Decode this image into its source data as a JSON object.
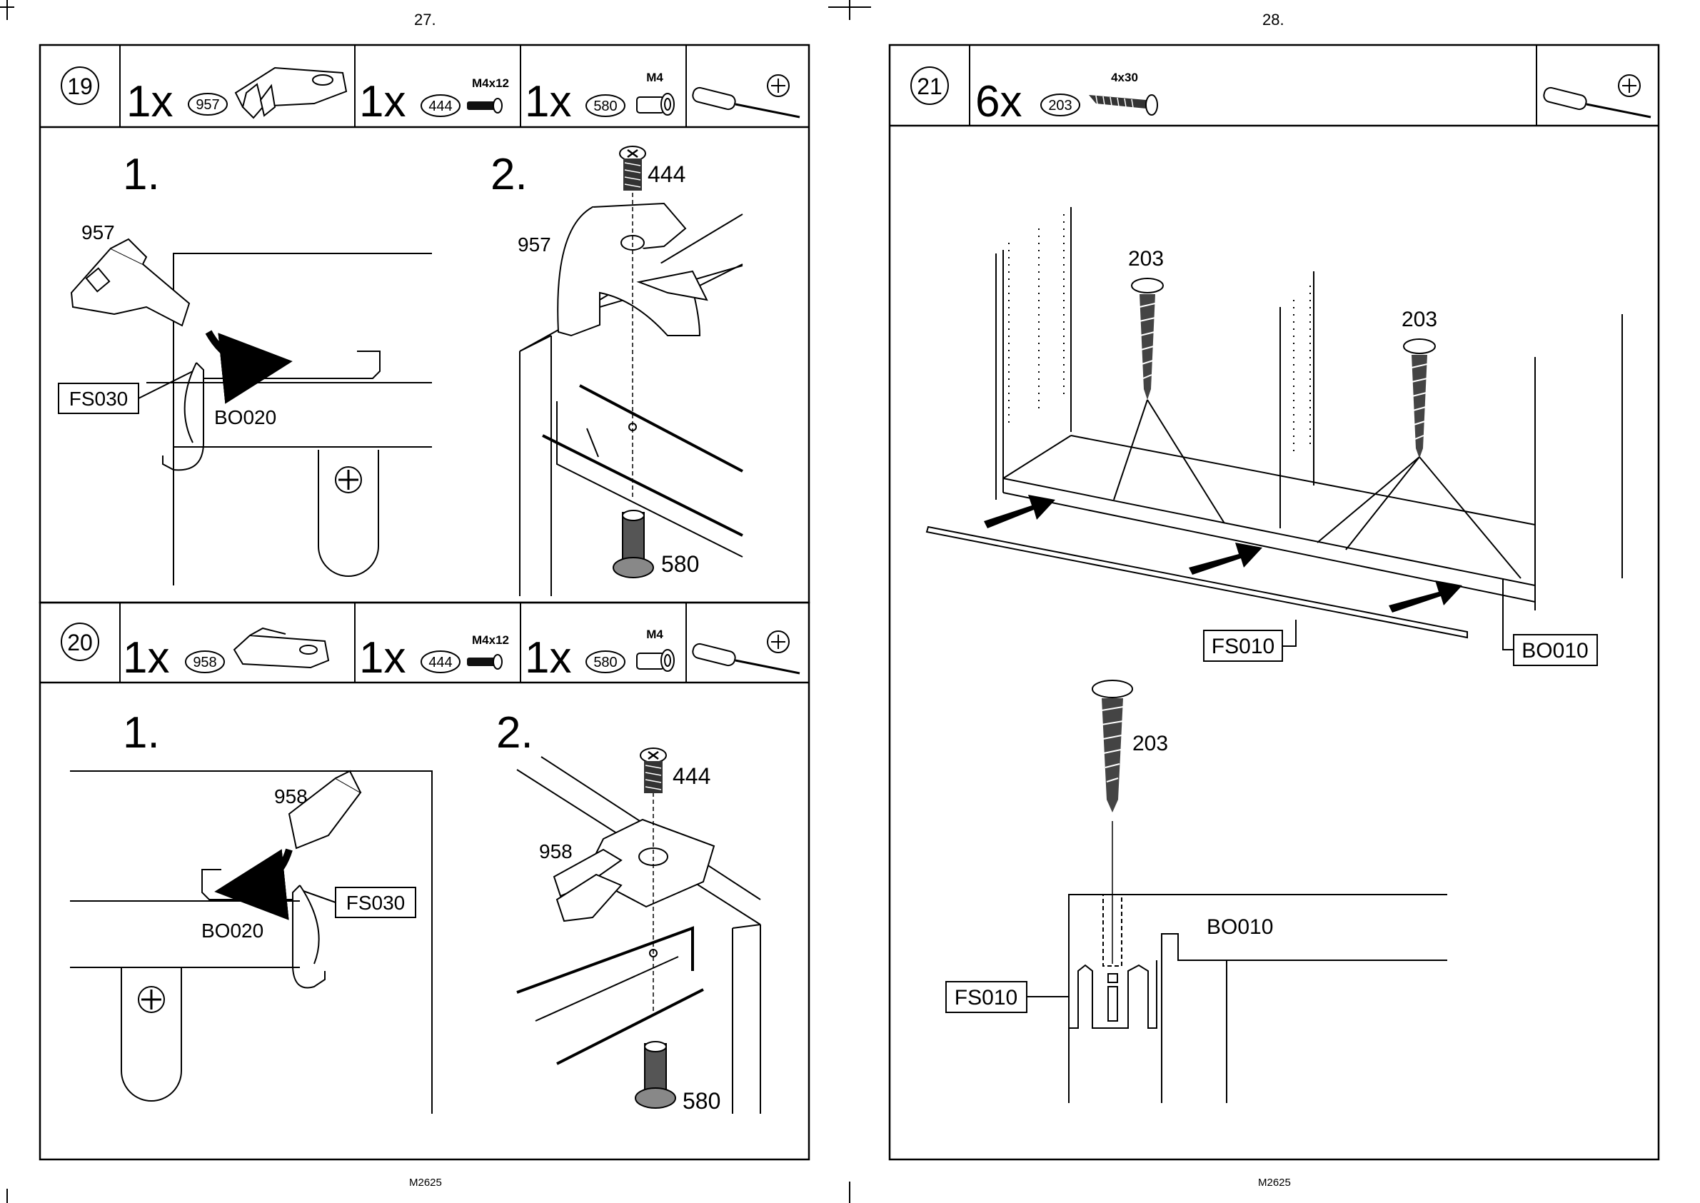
{
  "pages": [
    {
      "page_number": "27.",
      "footer": "M2625"
    },
    {
      "page_number": "28.",
      "footer": "M2625"
    }
  ],
  "steps": [
    {
      "number": "19",
      "parts": [
        {
          "qty": "1x",
          "id": "957"
        },
        {
          "qty": "1x",
          "id": "444",
          "spec": "M4x12"
        },
        {
          "qty": "1x",
          "id": "580",
          "spec": "M4"
        }
      ],
      "tool": "phillips-screwdriver",
      "substeps": [
        "1.",
        "2."
      ],
      "callouts": [
        "957",
        "FS030",
        "BO020",
        "957",
        "444",
        "580"
      ]
    },
    {
      "number": "20",
      "parts": [
        {
          "qty": "1x",
          "id": "958"
        },
        {
          "qty": "1x",
          "id": "444",
          "spec": "M4x12"
        },
        {
          "qty": "1x",
          "id": "580",
          "spec": "M4"
        }
      ],
      "tool": "phillips-screwdriver",
      "substeps": [
        "1.",
        "2."
      ],
      "callouts": [
        "958",
        "FS030",
        "BO020",
        "444",
        "958",
        "580"
      ]
    },
    {
      "number": "21",
      "parts": [
        {
          "qty": "6x",
          "id": "203",
          "spec": "4x30"
        }
      ],
      "tool": "phillips-screwdriver",
      "callouts": [
        "203",
        "203",
        "FS010",
        "BO010",
        "203",
        "BO010",
        "FS010"
      ]
    }
  ]
}
